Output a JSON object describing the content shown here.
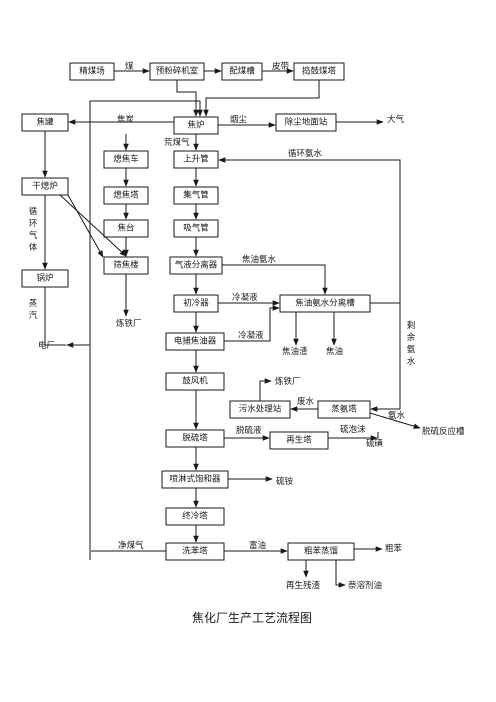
{
  "title": "焦化厂生产工艺流程图",
  "nodes": {
    "jingmeichang": "精煤场",
    "yufensuiji": "预粉碎机室",
    "peimeicao": "配煤槽",
    "daogu": "捣鼓煤塔",
    "jiaoguan": "焦罐",
    "jiaolu": "焦炉",
    "chuchen": "除尘地面站",
    "ximiche": "熄焦车",
    "xijiaota": "熄焦塔",
    "jiaotai": "焦台",
    "shaijiaolou": "筛焦楼",
    "ganxilu": "干熄炉",
    "guolu": "锅炉",
    "shangsheng": "上升管",
    "jiqi": "集气管",
    "xiqi": "吸气管",
    "qiyefenli": "气液分离器",
    "chuleng": "初冷器",
    "jiaoyoufenli": "焦油氨水分离槽",
    "dianbu": "电捕焦油器",
    "gufengji": "鼓风机",
    "wushui": "污水处理站",
    "zhengan": "蒸氨塔",
    "tuoliu": "脱硫塔",
    "zaisheng": "再生塔",
    "penlin": "喷淋式饱和器",
    "zhongleng": "终冷塔",
    "xiben": "洗苯塔",
    "cuben": "粗苯蒸馏"
  },
  "labels": {
    "mei": "煤",
    "pidai": "皮带",
    "yanchen": "烟尘",
    "daqi": "大气",
    "jiaotan": "焦炭",
    "huangmeiqi": "荒煤气",
    "xunhuananshui": "循环氨水",
    "xunhuanqiti": "循环气体",
    "zheng": "蒸汽",
    "dianchang": "电厂",
    "liantiechang1": "炼铁厂",
    "jiaoyouanshui": "焦油氨水",
    "lengningye1": "冷凝液",
    "lengningye2": "冷凝液",
    "jiaoyouzha": "焦油渣",
    "jiaoyou": "焦油",
    "shengyuananshui": "剩余氨水",
    "liantiechang2": "炼铁厂",
    "feishui": "废水",
    "anshui": "氨水",
    "tuoliufanying": "脱硫反应槽",
    "tuoliuye": "脱硫液",
    "liupaomo": "硫泡沫",
    "liuhuang": "硫磺",
    "liuan": "硫铵",
    "jingmeiqi": "净煤气",
    "fuyou": "富油",
    "cuben_out": "粗苯",
    "canzha": "再生残渣",
    "rongji": "萘溶剂油"
  }
}
